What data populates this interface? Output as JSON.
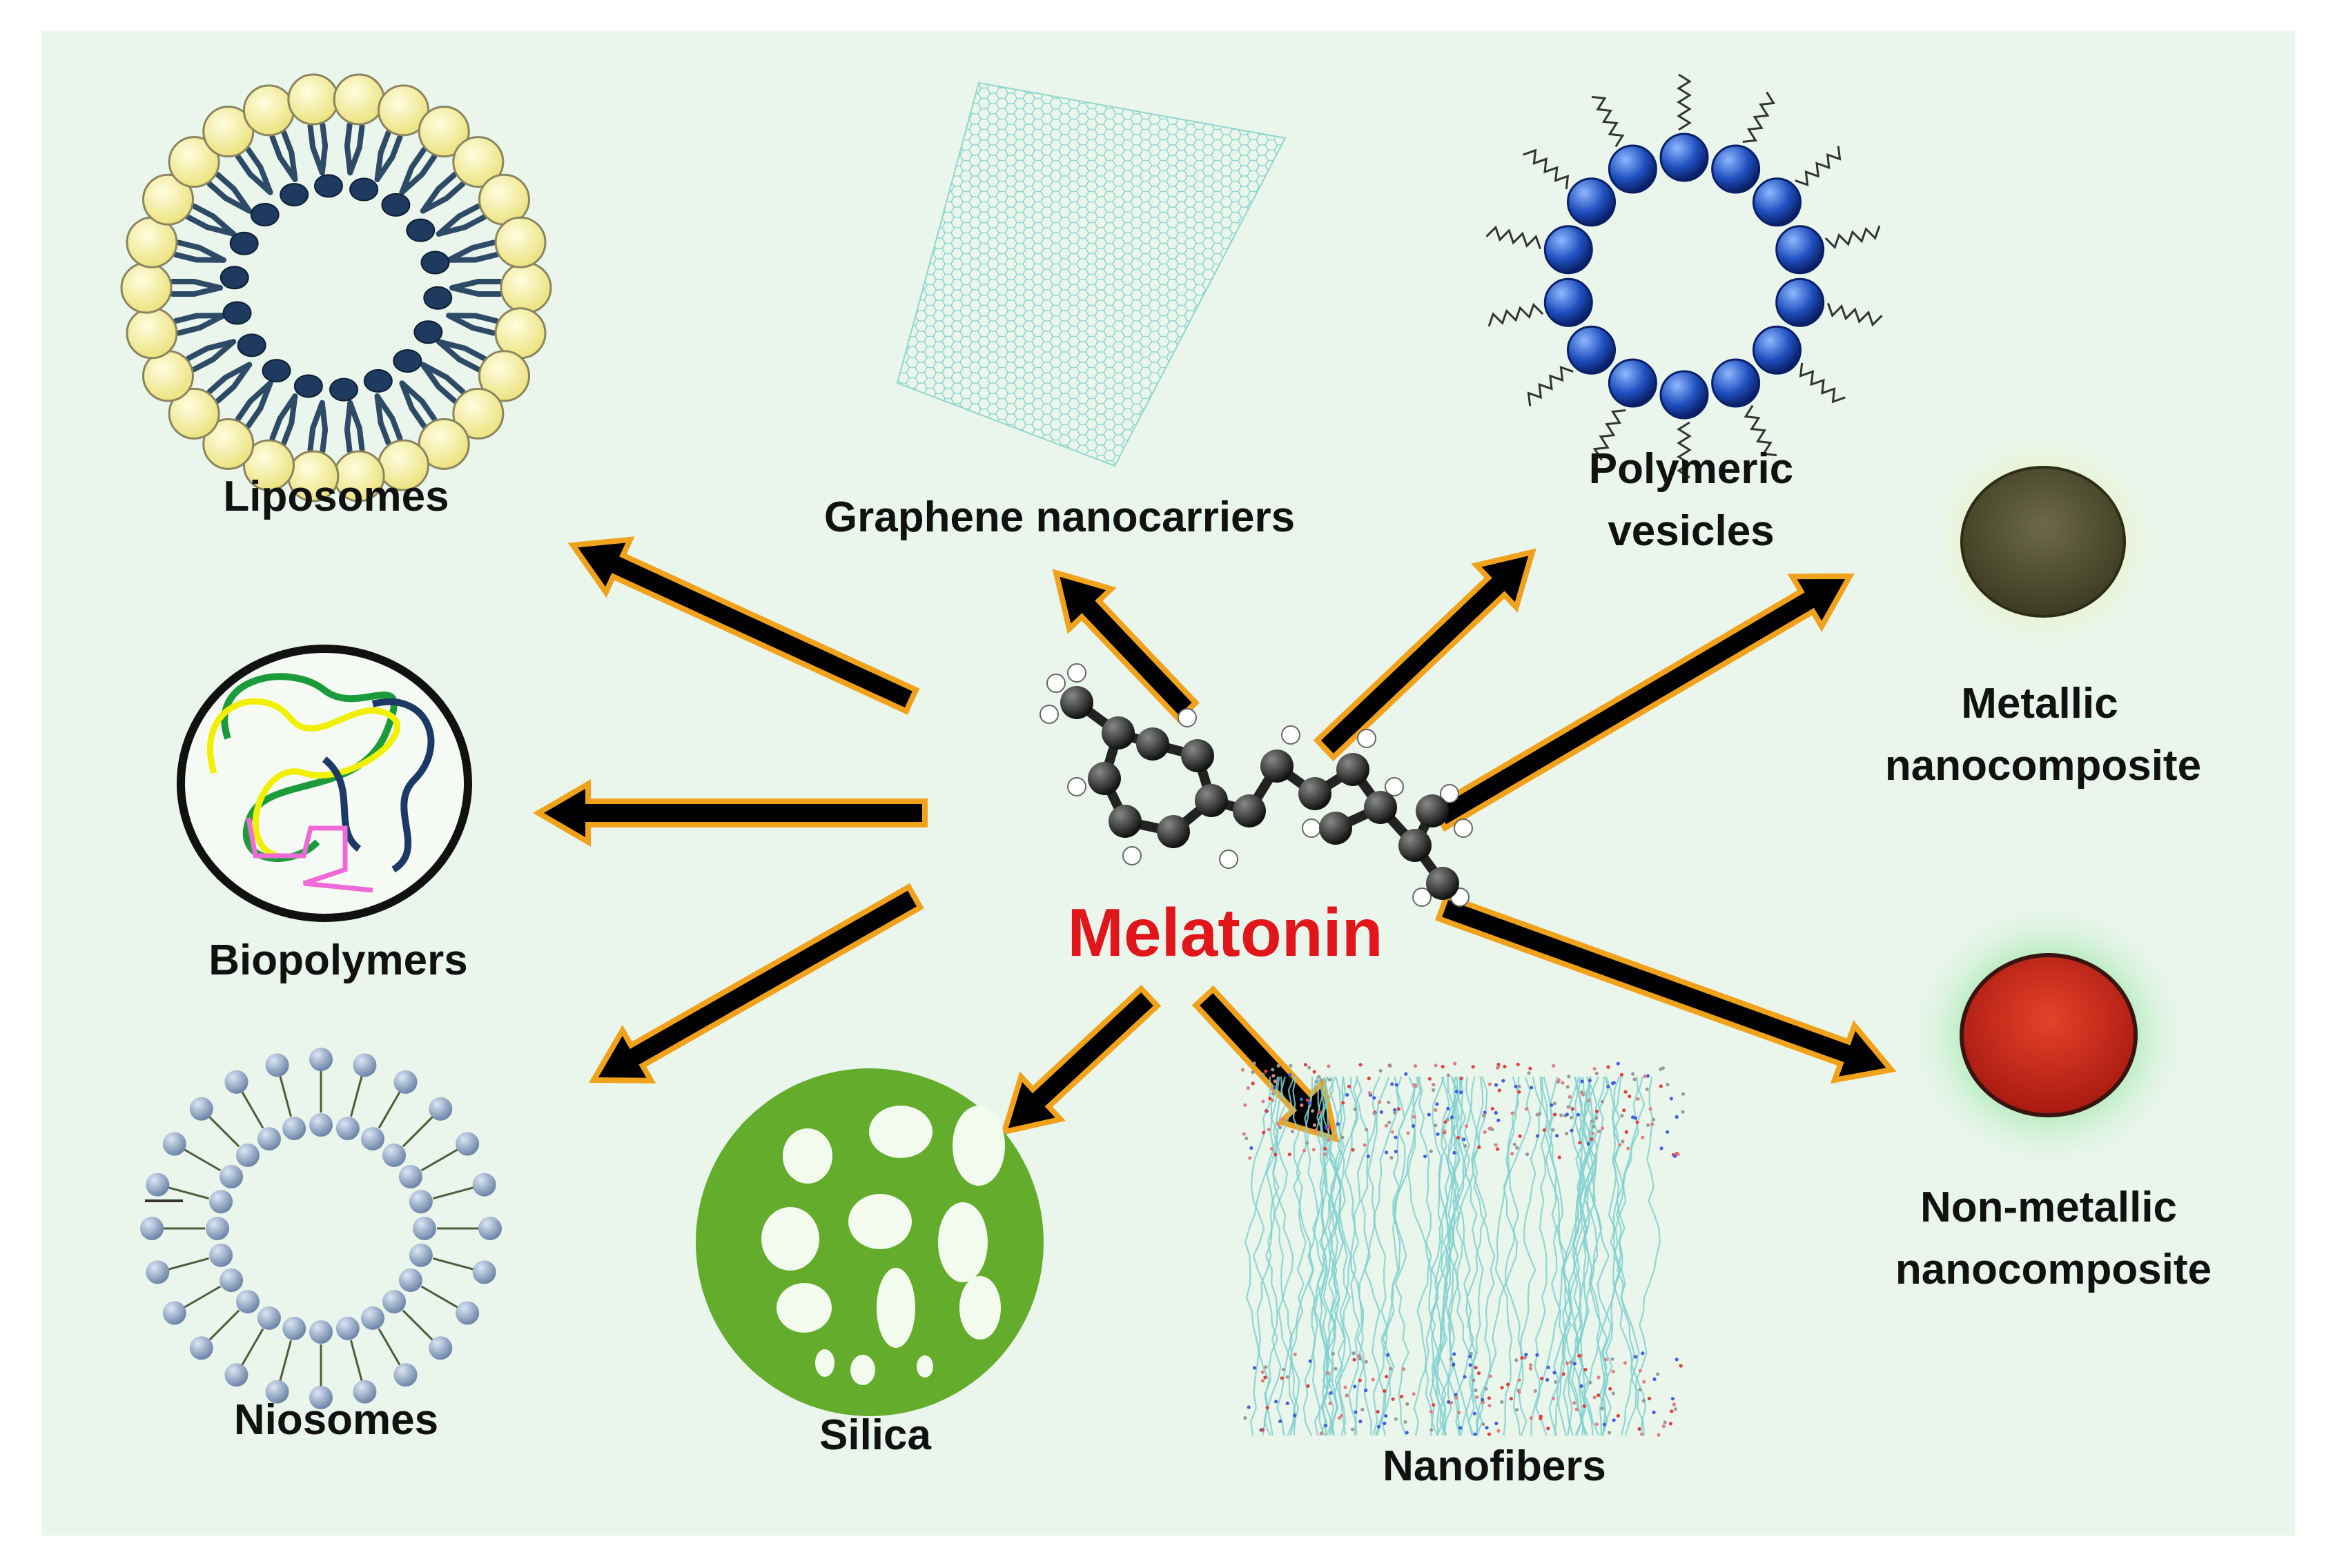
{
  "center": {
    "label": "Melatonin",
    "label_color": "#e0161b"
  },
  "carriers": {
    "liposomes": "Liposomes",
    "graphene": "Graphene nanocarriers",
    "polymeric_line1": "Polymeric",
    "polymeric_line2": "vesicles",
    "metallic_line1": "Metallic",
    "metallic_line2": "nanocomposite",
    "biopolymers": "Biopolymers",
    "niosomes": "Niosomes",
    "silica": "Silica",
    "nanofibers": "Nanofibers",
    "nonmetallic_line1": "Non-metallic",
    "nonmetallic_line2": "nanocomposite"
  },
  "colors": {
    "background": "#eaf6ec",
    "arrow_fill": "#000000",
    "arrow_outline": "#f0a21c",
    "liposome_head": "#f4eea4",
    "polymer_bead": "#1f4fbf",
    "silica": "#63ac2c",
    "metallic": "#4d4c2f",
    "nonmetallic": "#cf2718",
    "graphene": "#8fd6cf"
  },
  "icons": {
    "liposomes": "liposome-icon",
    "graphene": "graphene-sheet-icon",
    "polymeric": "polymeric-vesicle-icon",
    "metallic": "metallic-sphere-icon",
    "biopolymers": "biopolymer-icon",
    "niosomes": "niosome-icon",
    "silica": "silica-particle-icon",
    "nanofibers": "nanofiber-icon",
    "nonmetallic": "nonmetallic-sphere-icon",
    "melatonin": "melatonin-molecule-icon"
  }
}
